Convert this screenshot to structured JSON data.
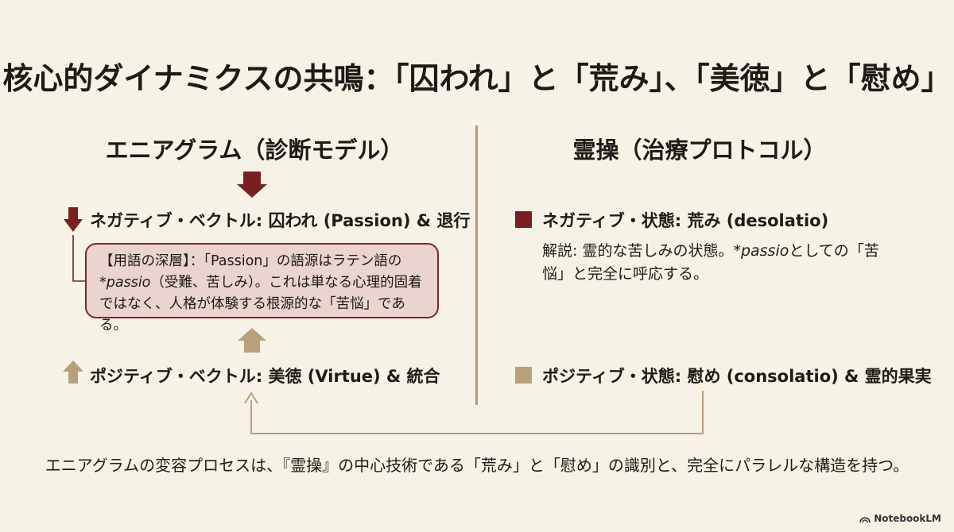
{
  "title": "核心的ダイナミクスの共鳴：「囚われ」と「荒み」、「美徳」と「慰め」",
  "left": {
    "heading": "エニアグラム（診断モデル）",
    "negative_vector": "ネガティブ・ベクトル: 囚われ (Passion) & 退行",
    "positive_vector": "ポジティブ・ベクトル: 美徳 (Virtue) & 統合",
    "callout": {
      "line1": "【用語の深層】：「Passion」の語源はラテン語の",
      "line2_term": "*passio",
      "line2_rest": "（受難、苦しみ）。これは単なる心理的固着",
      "line3": "ではなく、人格が体験する根源的な「苦悩」である。"
    }
  },
  "right": {
    "heading": "霊操（治療プロトコル）",
    "negative_state": "ネガティブ・状態: 荒み (desolatio)",
    "explanation": {
      "prefix": "解説: 霊的な苦しみの状態。",
      "term": "*passio",
      "suffix": "としての「苦悩」と完全に呼応する。"
    },
    "positive_state": "ポジティブ・状態: 慰め (consolatio) & 霊的果実"
  },
  "footer": "エニアグラムの変容プロセスは、『霊操』の中心技術である「荒み」と「慰め」の識別と、完全にパラレルな構造を持つ。",
  "brand": "NotebookLM",
  "colors": {
    "background": "#f7f2e6",
    "negative": "#7a1f1f",
    "positive": "#b7a07a",
    "divider": "#b39a7a",
    "callout_fill": "#ebd3cf"
  }
}
